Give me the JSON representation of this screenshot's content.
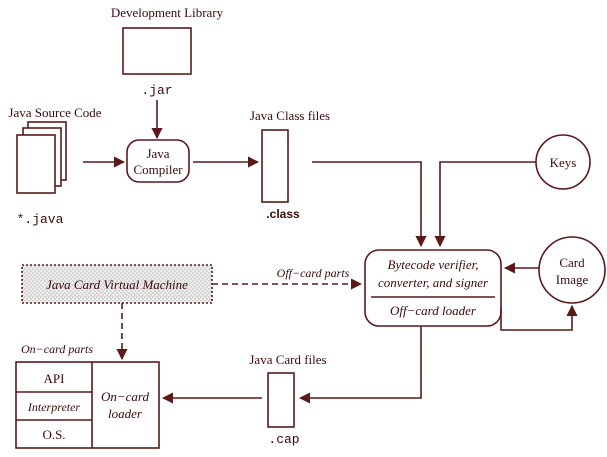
{
  "colors": {
    "stroke": "#5a1a1a",
    "text": "#3a0a0a",
    "vm_fill": "#e3e3e3"
  },
  "labels": {
    "dev_library": "Development Library",
    "jar": ".jar",
    "java_source": "Java Source Code",
    "java_ext": "*.java",
    "compiler_line1": "Java",
    "compiler_line2": "Compiler",
    "class_files": "Java Class files",
    "class_ext": ".class",
    "keys": "Keys",
    "card_image_line1": "Card",
    "card_image_line2": "Image",
    "verifier_line1": "Bytecode verifier,",
    "verifier_line2": "converter, and signer",
    "offcard_loader": "Off−card loader",
    "jcvm": "Java Card Virtual Machine",
    "offcard_parts": "Off−card parts",
    "oncard_parts": "On−card parts",
    "api": "API",
    "interpreter": "Interpreter",
    "os": "O.S.",
    "oncard_loader_line1": "On−card",
    "oncard_loader_line2": "loader",
    "card_files": "Java Card files",
    "cap_ext": ".cap"
  }
}
